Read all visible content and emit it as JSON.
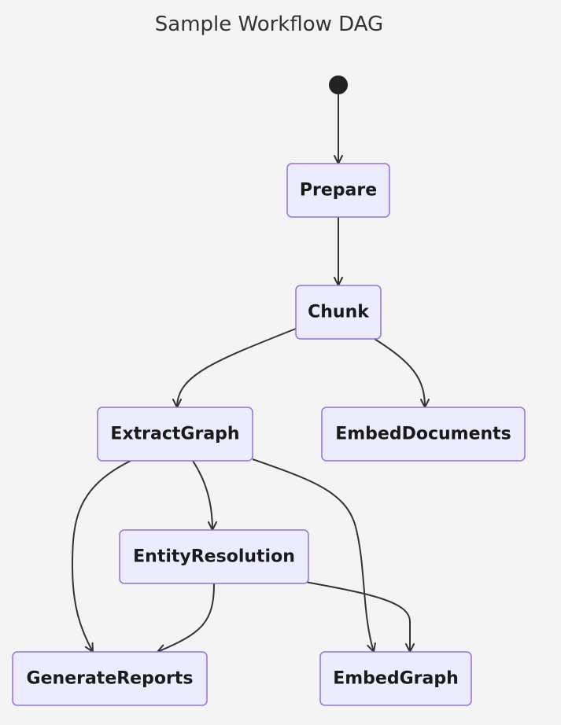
{
  "title": "Sample Workflow DAG",
  "colors": {
    "background": "#f4f4f4",
    "node_fill": "#ececff",
    "node_stroke": "#9370db",
    "edge": "#333333",
    "start_marker": "#222222"
  },
  "nodes": [
    {
      "id": "prepare",
      "label": "Prepare"
    },
    {
      "id": "chunk",
      "label": "Chunk"
    },
    {
      "id": "extract_graph",
      "label": "ExtractGraph"
    },
    {
      "id": "embed_documents",
      "label": "EmbedDocuments"
    },
    {
      "id": "entity_resolution",
      "label": "EntityResolution"
    },
    {
      "id": "generate_reports",
      "label": "GenerateReports"
    },
    {
      "id": "embed_graph",
      "label": "EmbedGraph"
    }
  ],
  "edges": [
    {
      "from": "start",
      "to": "prepare"
    },
    {
      "from": "prepare",
      "to": "chunk"
    },
    {
      "from": "chunk",
      "to": "extract_graph"
    },
    {
      "from": "chunk",
      "to": "embed_documents"
    },
    {
      "from": "extract_graph",
      "to": "entity_resolution"
    },
    {
      "from": "extract_graph",
      "to": "generate_reports"
    },
    {
      "from": "extract_graph",
      "to": "embed_graph"
    },
    {
      "from": "entity_resolution",
      "to": "generate_reports"
    },
    {
      "from": "entity_resolution",
      "to": "embed_graph"
    }
  ]
}
